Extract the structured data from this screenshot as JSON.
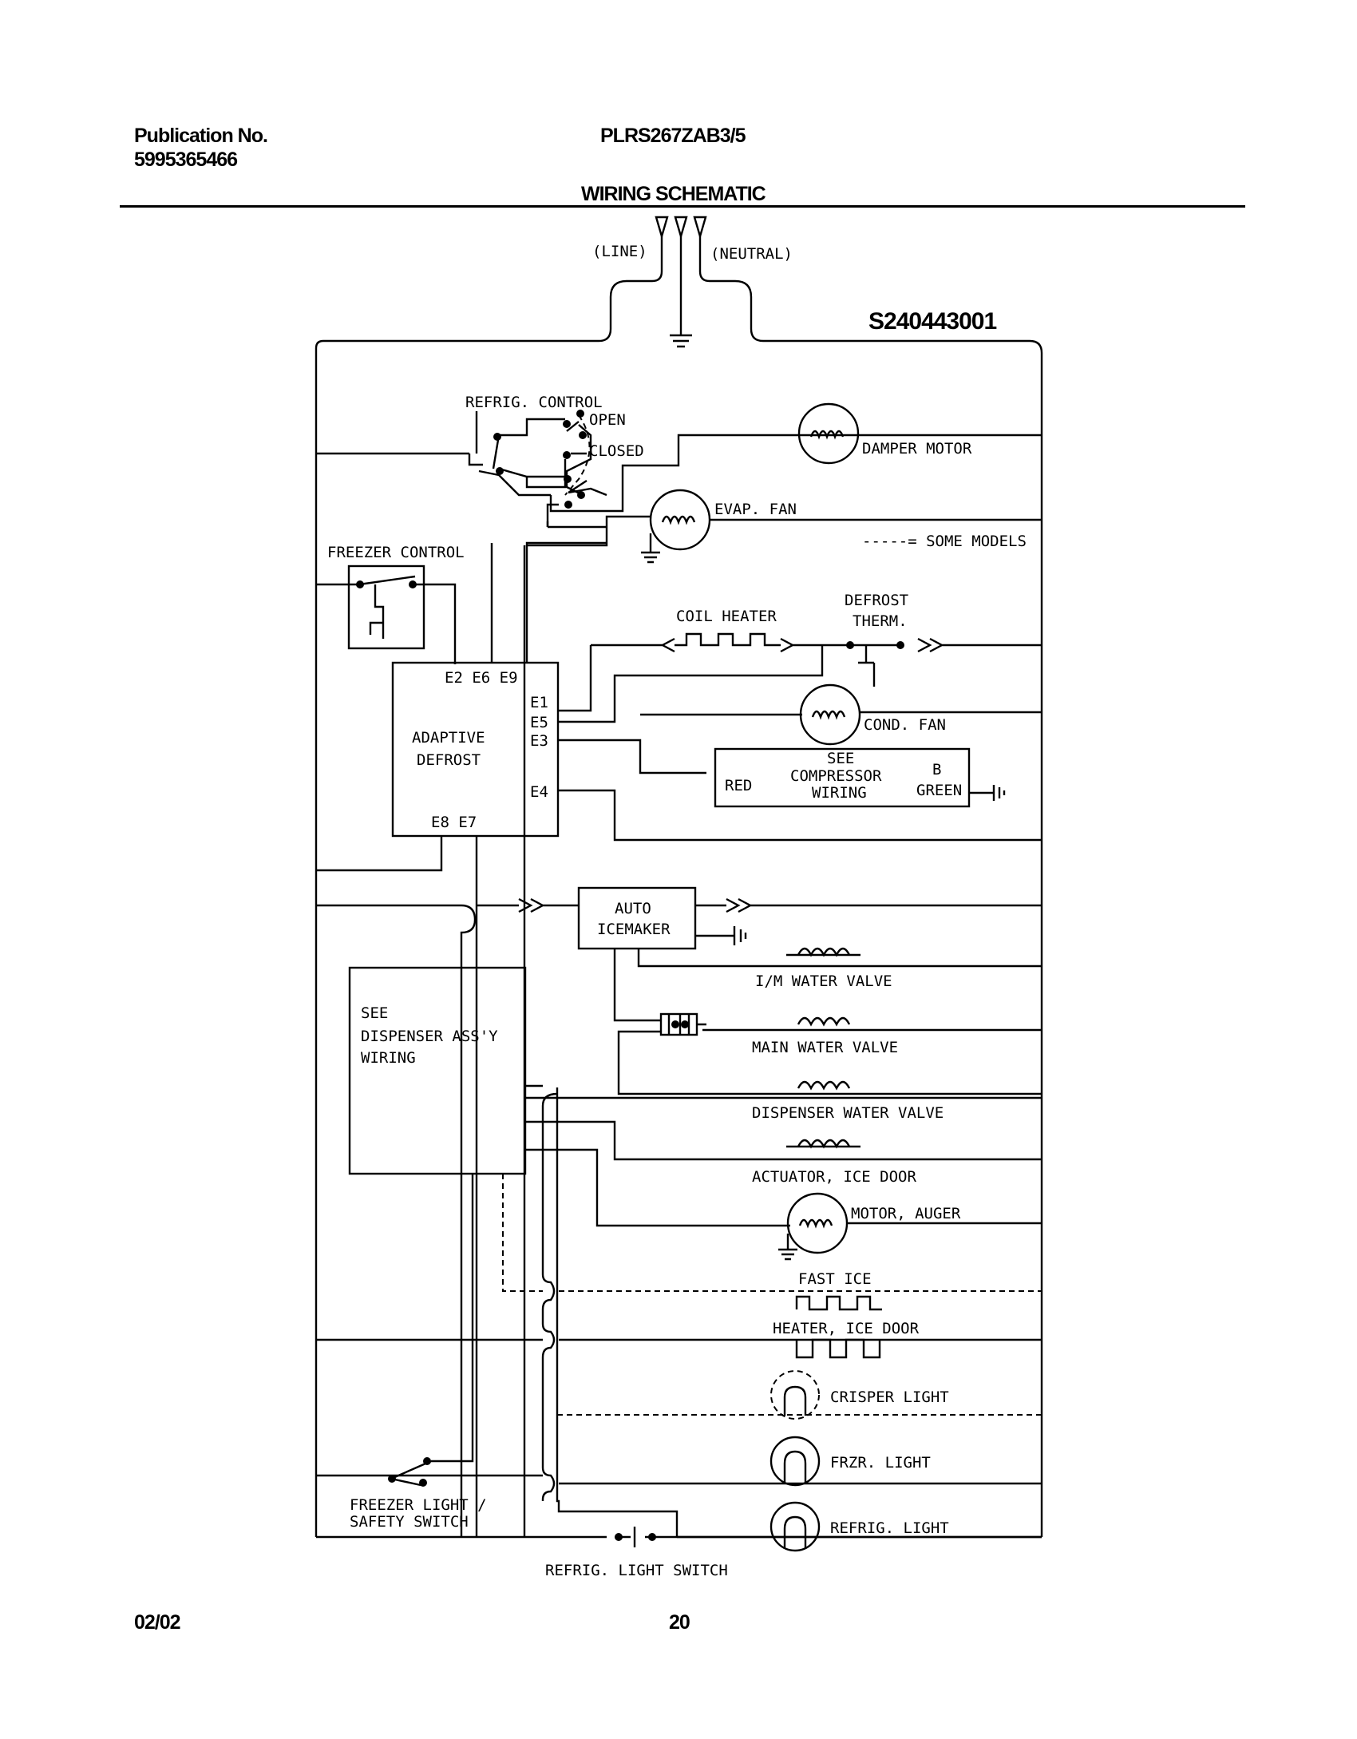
{
  "header": {
    "pub_label": "Publication No.",
    "pub_number": "5995365466",
    "model": "PLRS267ZAB3/5",
    "title": "WIRING SCHEMATIC"
  },
  "footer": {
    "date": "02/02",
    "page": "20"
  },
  "diagram": {
    "drawing_number": "S240443001",
    "line": "(LINE)",
    "neutral": "(NEUTRAL)",
    "refrig_control": "REFRIG. CONTROL",
    "open": "OPEN",
    "closed": "CLOSED",
    "damper_motor": "DAMPER MOTOR",
    "evap_fan": "EVAP. FAN",
    "some_models": "-----= SOME MODELS",
    "freezer_control": "FREEZER CONTROL",
    "coil_heater": "COIL HEATER",
    "defrost_therm_1": "DEFROST",
    "defrost_therm_2": "THERM.",
    "adaptive_1": "ADAPTIVE",
    "adaptive_2": "DEFROST",
    "e_top": "E2 E6 E9",
    "e1": "E1",
    "e5": "E5",
    "e3": "E3",
    "e4": "E4",
    "e_bottom": "E8 E7",
    "cond_fan": "COND. FAN",
    "see": "SEE",
    "compressor": "COMPRESSOR",
    "wiring": "WIRING",
    "red": "RED",
    "b": "B",
    "green": "GREEN",
    "auto": "AUTO",
    "icemaker": "ICEMAKER",
    "im_water_valve": "I/M WATER VALVE",
    "main_water_valve": "MAIN WATER VALVE",
    "dispenser_water_valve": "DISPENSER WATER VALVE",
    "actuator_ice_door": "ACTUATOR, ICE DOOR",
    "motor_auger": "MOTOR, AUGER",
    "fast_ice": "FAST ICE",
    "heater_ice_door": "HEATER, ICE DOOR",
    "crisper_light": "CRISPER LIGHT",
    "frzr_light": "FRZR. LIGHT",
    "refrig_light": "REFRIG. LIGHT",
    "dispenser_1": "SEE",
    "dispenser_2": "DISPENSER ASS'Y",
    "dispenser_3": "WIRING",
    "freezer_light_1": "FREEZER LIGHT /",
    "freezer_light_2": "SAFETY SWITCH",
    "refrig_light_switch": "REFRIG. LIGHT SWITCH"
  }
}
